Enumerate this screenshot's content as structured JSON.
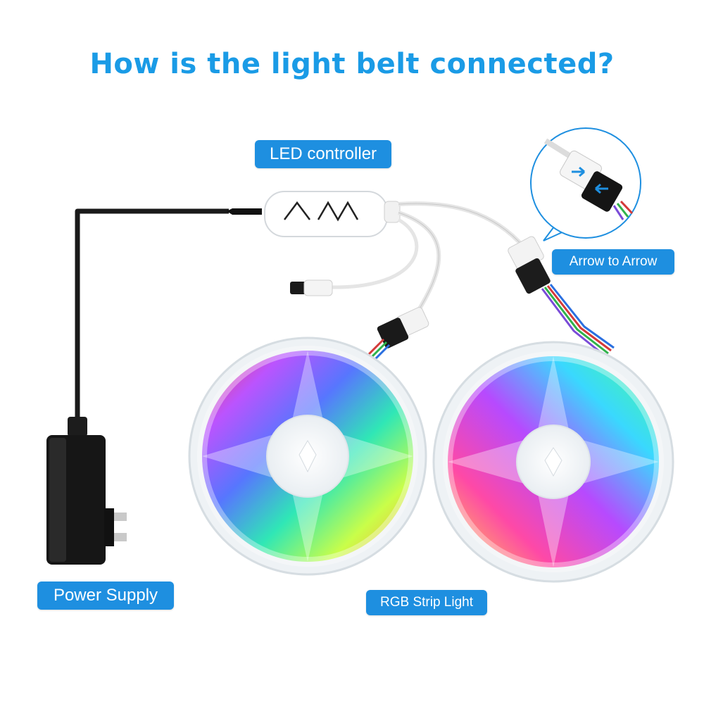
{
  "title": "How is the light belt connected?",
  "labels": {
    "controller": "LED controller",
    "arrow": "Arrow to Arrow",
    "power": "Power Supply",
    "strip": "RGB Strip Light"
  },
  "colors": {
    "accent": "#1e8fe0",
    "title": "#1a9be6"
  }
}
